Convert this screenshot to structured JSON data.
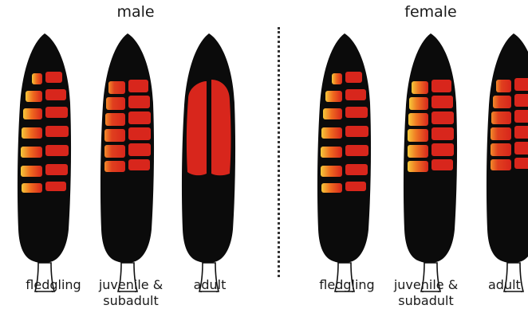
{
  "groups": {
    "male": "male",
    "female": "female"
  },
  "stages": {
    "male": [
      "fledgling",
      "juvenile &",
      "subadult",
      "adult"
    ],
    "female": [
      "fledgling",
      "juvenile &",
      "subadult",
      "adult"
    ]
  },
  "colors": {
    "feather": "#0b0b0b",
    "red": "#d8261c",
    "orange": "#ef6a1f",
    "yellow": "#f6c83a",
    "divider": "#333333"
  }
}
